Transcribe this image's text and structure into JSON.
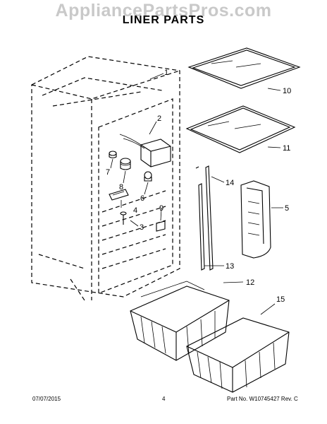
{
  "watermark": "AppliancePartsPros.com",
  "title": "LINER PARTS",
  "callouts": [
    "1",
    "2",
    "3",
    "4",
    "5",
    "6",
    "7",
    "8",
    "9",
    "10",
    "11",
    "12",
    "13",
    "14",
    "15"
  ],
  "footer": {
    "date": "07/07/2015",
    "page": "4",
    "part_info": "Part No.  W10745427  Rev.  C"
  }
}
